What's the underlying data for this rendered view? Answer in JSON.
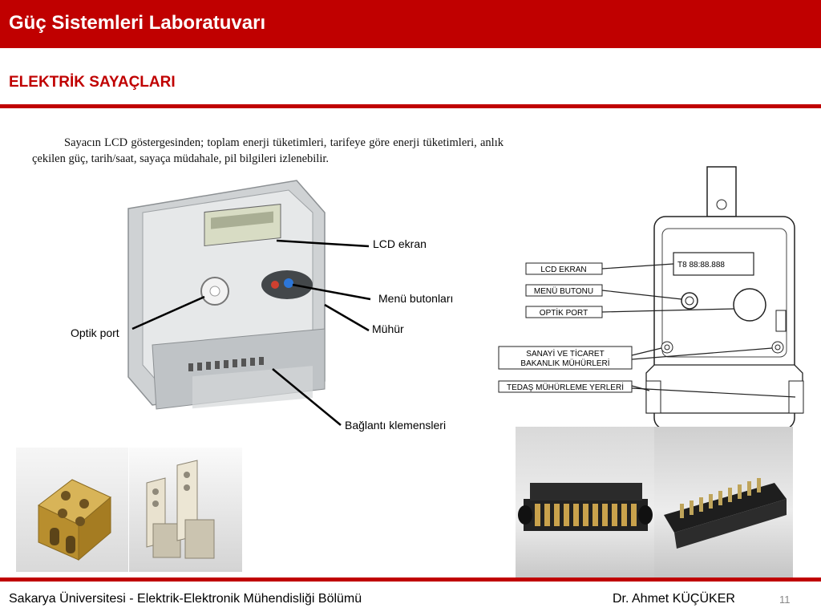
{
  "header": {
    "title": "Güç Sistemleri Laboratuvarı",
    "subtitle": "ELEKTRİK SAYAÇLARI"
  },
  "intro_text": "Sayacın LCD göstergesinden; toplam enerji tüketimleri, tarifeye göre enerji tüketimleri, anlık çekilen güç, tarih/saat, sayaça müdahale, pil bilgileri izlenebilir.",
  "meter_photo": {
    "labels": {
      "lcd": "LCD ekran",
      "menu": "Menü butonları",
      "seal": "Mühür",
      "optic": "Optik port",
      "terminals": "Bağlantı klemensleri"
    }
  },
  "meter_diagram": {
    "labels": {
      "lcd": "LCD EKRAN",
      "menu": "MENÜ BUTONU",
      "optic": "OPTİK PORT",
      "ministry_line1": "SANAYİ VE TİCARET",
      "ministry_line2": "BAKANLIK MÜHÜRLERİ",
      "tedas": "TEDAŞ MÜHÜRLEME YERLERİ"
    }
  },
  "footer": {
    "left": "Sakarya Üniversitesi  - Elektrik-Elektronik Mühendisliği Bölümü",
    "author": "Dr. Ahmet KÜÇÜKER",
    "page": "11"
  },
  "colors": {
    "brand_red": "#c00000",
    "brass": "#c8a24a"
  }
}
